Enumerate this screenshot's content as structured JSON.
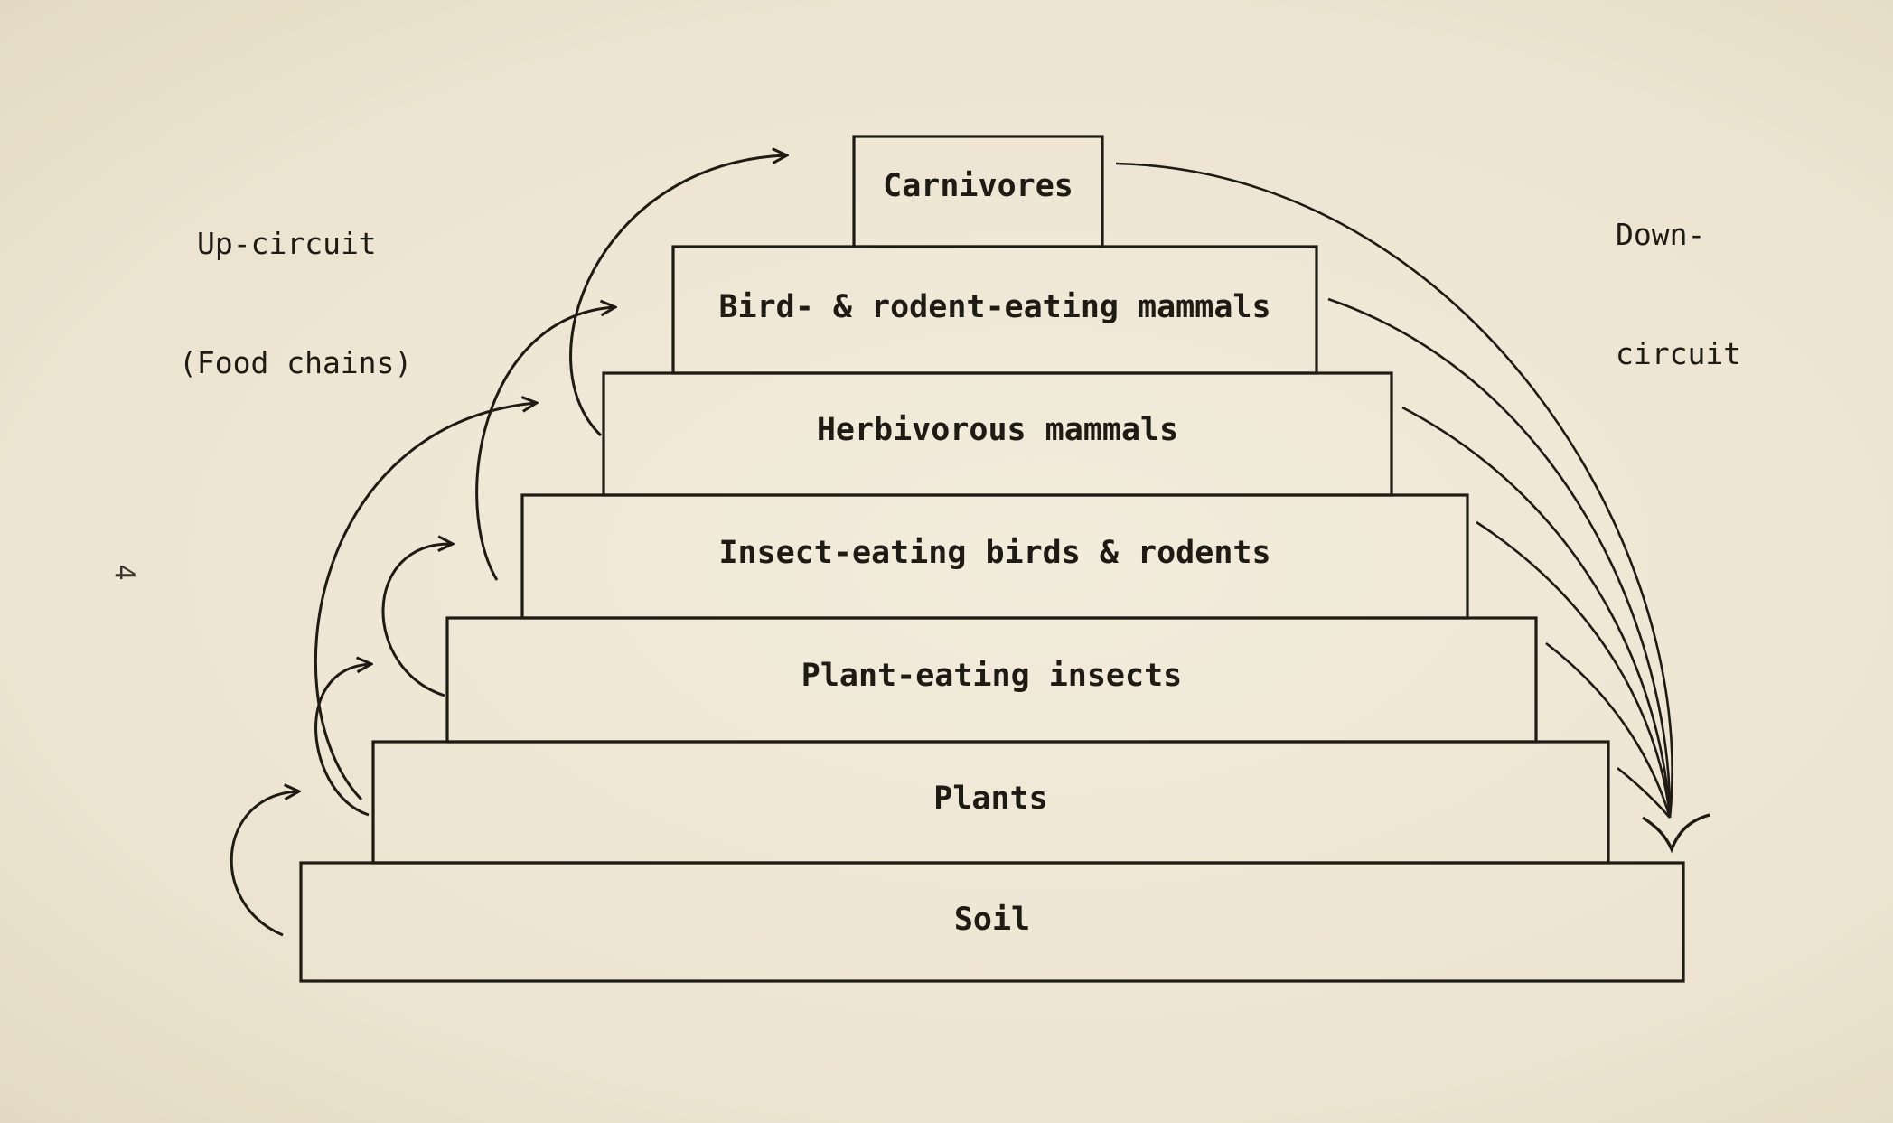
{
  "header": {
    "up_circuit_line1": "Up-circuit",
    "up_circuit_line2": "(Food chains)",
    "down_circuit_line1": "Down-",
    "down_circuit_line2": "circuit"
  },
  "page_mark": "4",
  "pyramid": {
    "levels": [
      {
        "label": "Carnivores"
      },
      {
        "label": "Bird- & rodent-eating mammals"
      },
      {
        "label": "Herbivorous mammals"
      },
      {
        "label": "Insect-eating birds & rodents"
      },
      {
        "label": "Plant-eating insects"
      },
      {
        "label": "Plants"
      },
      {
        "label": "Soil"
      }
    ]
  },
  "colors": {
    "paper": "#efe8d6",
    "ink": "#1e1a14"
  }
}
